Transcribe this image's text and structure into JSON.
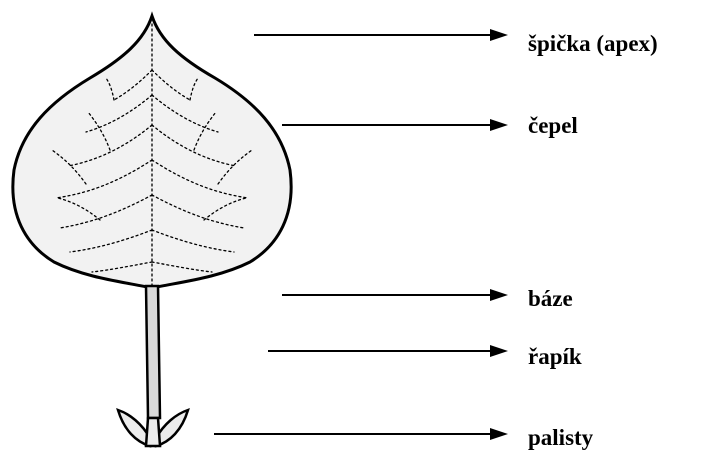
{
  "labels": {
    "apex": "špička (apex)",
    "blade": "čepel",
    "base": "báze",
    "petiole": "řapík",
    "stipules": "palisty"
  },
  "colors": {
    "ink": "#000000",
    "leaf_fill": "#f2f2f2",
    "background": "#ffffff"
  }
}
